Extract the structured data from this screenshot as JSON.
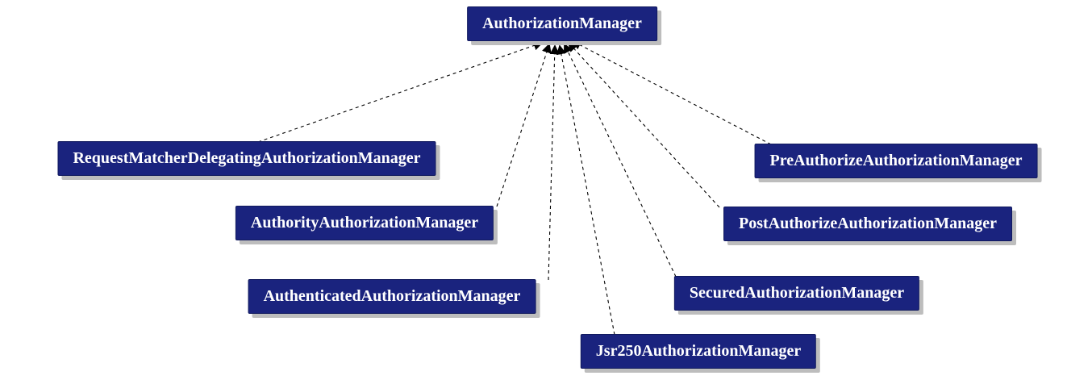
{
  "diagram": {
    "root": {
      "label": "AuthorizationManager"
    },
    "children": [
      {
        "label": "RequestMatcherDelegatingAuthorizationManager"
      },
      {
        "label": "AuthorityAuthorizationManager"
      },
      {
        "label": "AuthenticatedAuthorizationManager"
      },
      {
        "label": "Jsr250AuthorizationManager"
      },
      {
        "label": "SecuredAuthorizationManager"
      },
      {
        "label": "PostAuthorizeAuthorizationManager"
      },
      {
        "label": "PreAuthorizeAuthorizationManager"
      }
    ],
    "edge_style": "dashed-with-solid-arrowhead-to-root",
    "colors": {
      "node_bg": "#1a237e",
      "node_text": "#ffffff",
      "edge": "#000000",
      "shadow": "#bdbdbd"
    }
  }
}
